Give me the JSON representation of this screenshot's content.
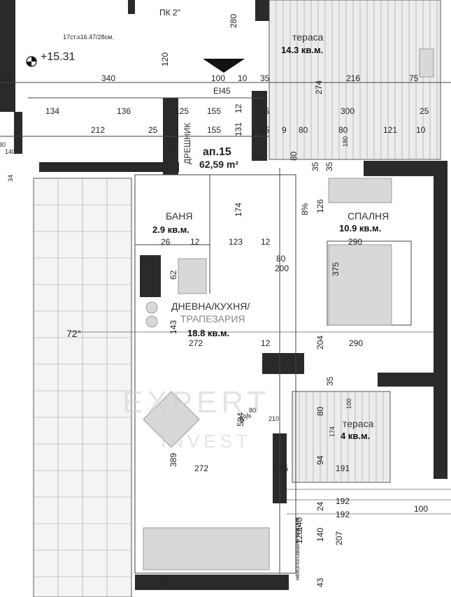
{
  "header": {
    "pk_label": "ПК 2\"",
    "stair_note": "17ст.х16.47/28см.",
    "elevation": "+15.31",
    "fire_door": "EI45"
  },
  "apartment": {
    "name": "ап.15",
    "area": "62,59 m²"
  },
  "rooms": {
    "terrace_top": {
      "name": "тераса",
      "area": "14.3 кв.м."
    },
    "bathroom": {
      "name": "БАНЯ",
      "area": "2.9 кв.м."
    },
    "bedroom": {
      "name": "СПАЛНЯ",
      "area": "10.9 кв.м."
    },
    "living": {
      "name": "ДНЕВНА/КУХНЯ/",
      "name2": "ТРАПЕЗАРИЯ",
      "area": "18.8 кв.м."
    },
    "terrace_small": {
      "name": "тераса",
      "area": "4 кв.м."
    },
    "wardrobe": {
      "name": "ДРЕШНИК"
    }
  },
  "notes": {
    "slope_percent": "8%",
    "slope_percent2": "8%",
    "roof_angle": "72°",
    "roof_note": "неизползваем покрив"
  },
  "dimensions": [
    "280",
    "120",
    "100",
    "10",
    "35",
    "216",
    "75",
    "35",
    "340",
    "274",
    "134",
    "136",
    "125",
    "155",
    "12",
    "35",
    "300",
    "25",
    "212",
    "25",
    "155",
    "131",
    "35",
    "9",
    "80",
    "80",
    "121",
    "10",
    "120",
    "25",
    "35",
    "35",
    "126",
    "174",
    "26",
    "12",
    "123",
    "12",
    "290",
    "62",
    "80",
    "200",
    "375",
    "143",
    "272",
    "12",
    "204",
    "290",
    "80",
    "35",
    "594",
    "389",
    "272",
    "94",
    "191",
    "35",
    "192",
    "100",
    "24",
    "192",
    "140",
    "207",
    "43",
    "35",
    "140",
    "120",
    "34",
    "80",
    "140",
    "100",
    "210",
    "180",
    "174",
    "80",
    "80"
  ],
  "watermark": {
    "line1": "EXPERT",
    "line2": "INVEST"
  }
}
